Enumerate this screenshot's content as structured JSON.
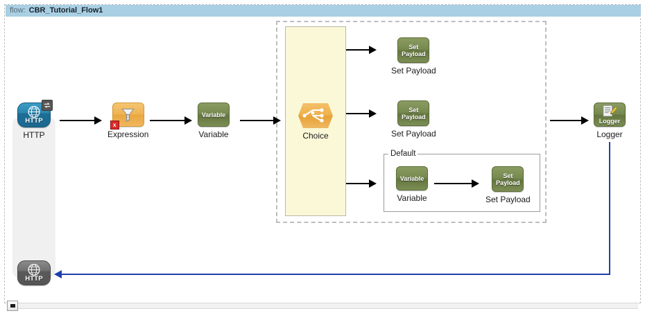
{
  "titlebar": {
    "keyword": "flow:",
    "name": "CBR_Tutorial_Flow1"
  },
  "nodes": {
    "http_in": {
      "label": "HTTP",
      "icon": "http-globe-icon",
      "icon_text": "HTTP",
      "badge": "sync-arrows-badge",
      "color": "#2b86ae"
    },
    "expression": {
      "label": "Expression",
      "icon": "funnel-filter-icon",
      "badge": "error-badge",
      "badge_text": "x",
      "color": "#efb352"
    },
    "variable_main": {
      "label": "Variable",
      "icon": "variable-icon",
      "icon_text": "Variable",
      "color": "#76894f"
    },
    "choice": {
      "label": "Choice",
      "icon": "choice-router-icon",
      "color": "#eeb14e",
      "container_color": "#fbf8d8"
    },
    "set_payload_1": {
      "label": "Set Payload",
      "icon": "set-payload-icon",
      "icon_text_line1": "Set",
      "icon_text_line2": "Payload",
      "color": "#76894f"
    },
    "set_payload_2": {
      "label": "Set Payload",
      "icon": "set-payload-icon",
      "icon_text_line1": "Set",
      "icon_text_line2": "Payload",
      "color": "#76894f"
    },
    "default_group": {
      "label": "Default"
    },
    "variable_default": {
      "label": "Variable",
      "icon": "variable-icon",
      "icon_text": "Variable",
      "color": "#76894f"
    },
    "set_payload_default": {
      "label": "Set Payload",
      "icon": "set-payload-icon",
      "icon_text_line1": "Set",
      "icon_text_line2": "Payload",
      "color": "#76894f"
    },
    "logger": {
      "label": "Logger",
      "icon": "logger-document-pencil-icon",
      "icon_text": "Logger",
      "color": "#76894f"
    },
    "http_out": {
      "label": "",
      "icon": "http-globe-icon",
      "icon_text": "HTTP",
      "color": "#6f6f6f"
    }
  },
  "connectors": {
    "return_color": "#1d3faf",
    "flow_color": "#000000"
  },
  "scrollbar": {
    "orientation": "horizontal",
    "thumb_position": "left"
  }
}
